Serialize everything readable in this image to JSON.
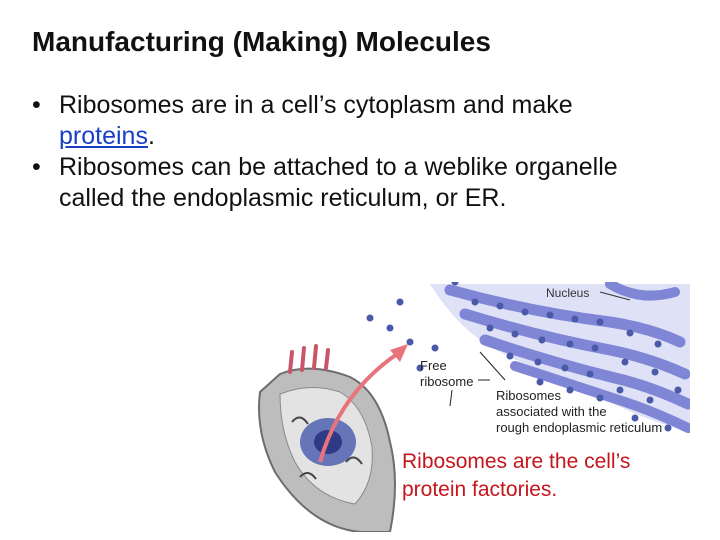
{
  "slide": {
    "title": "Manufacturing (Making) Molecules",
    "bullets": [
      {
        "part1": "Ribosomes are in a cell’s cytoplasm and make ",
        "link": "proteins",
        "part2": "."
      },
      {
        "text": "Ribosomes can be attached to a weblike organelle called the endoplasmic reticulum, or ER."
      }
    ]
  },
  "figure": {
    "nucleus_label": "Nucleus",
    "free_ribosome_label_line1": "Free",
    "free_ribosome_label_line2": "ribosome",
    "er_ribosomes_label_line1": "Ribosomes",
    "er_ribosomes_label_line2": "associated with the",
    "er_ribosomes_label_line3": "rough endoplasmic reticulum",
    "caption_line1": "Ribosomes are the cell’s",
    "caption_line2": "protein factories.",
    "colors": {
      "caption": "#c4161c",
      "arrow": "#e8737d",
      "er": "#7f86d6",
      "ribosome": "#4a5aa8",
      "cell_body": "#bdbdbd"
    }
  }
}
